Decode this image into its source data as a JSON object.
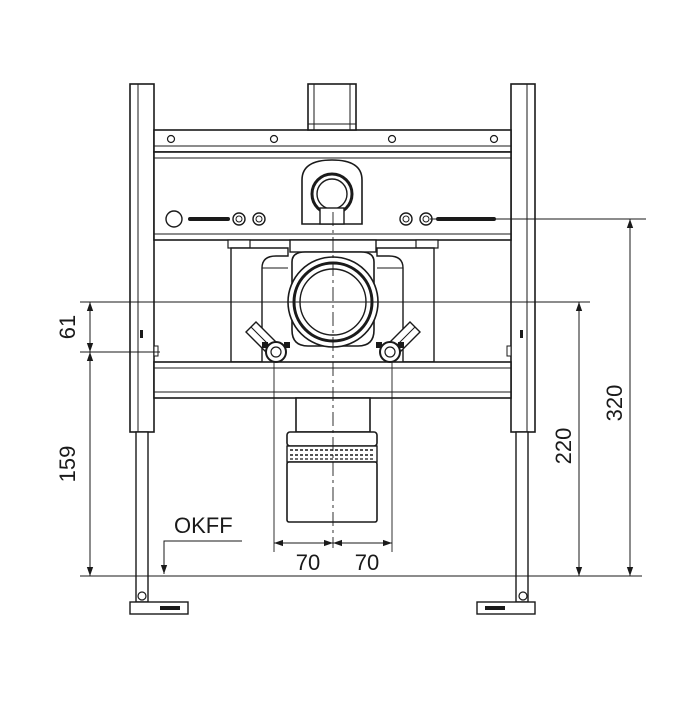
{
  "dimensions": {
    "d61": "61",
    "d159": "159",
    "d220": "220",
    "d320": "320",
    "d70_left": "70",
    "d70_right": "70"
  },
  "labels": {
    "floor": "OKFF"
  }
}
